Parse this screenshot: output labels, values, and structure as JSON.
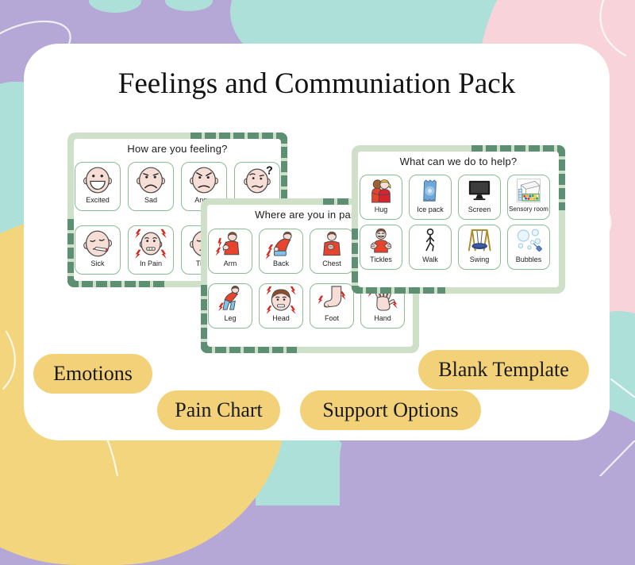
{
  "title": "Feelings and Communiation Pack",
  "cards": {
    "feelings": {
      "header": "How are you feeling?",
      "row1": [
        "Excited",
        "Sad",
        "Angry",
        ""
      ],
      "row2": [
        "Sick",
        "In Pain",
        "Tired"
      ]
    },
    "pain": {
      "header": "Where are you in pain?",
      "row1": [
        "Arm",
        "Back",
        "Chest"
      ],
      "row2": [
        "Leg",
        "Head",
        "Foot",
        "Hand"
      ]
    },
    "help": {
      "header": "What can we do to help?",
      "row1": [
        "Hug",
        "Ice pack",
        "Screen",
        "Sensory room"
      ],
      "row2": [
        "Tickles",
        "Walk",
        "Swing",
        "Bubbles"
      ]
    }
  },
  "pills": [
    "Emotions",
    "Pain Chart",
    "Support Options",
    "Blank Template"
  ],
  "colors": {
    "background_purple": "#b5a8d6",
    "background_teal": "#aee0da",
    "background_pink": "#f8d3da",
    "background_yellow": "#f2d57d",
    "pill_yellow": "#f2d178",
    "card_frame_green": "#cfe0c9",
    "card_tile_green": "#5d8f73",
    "cell_border_green": "#8bbd92",
    "shirt_red": "#e8432c",
    "skin": "#f6ddd5"
  }
}
